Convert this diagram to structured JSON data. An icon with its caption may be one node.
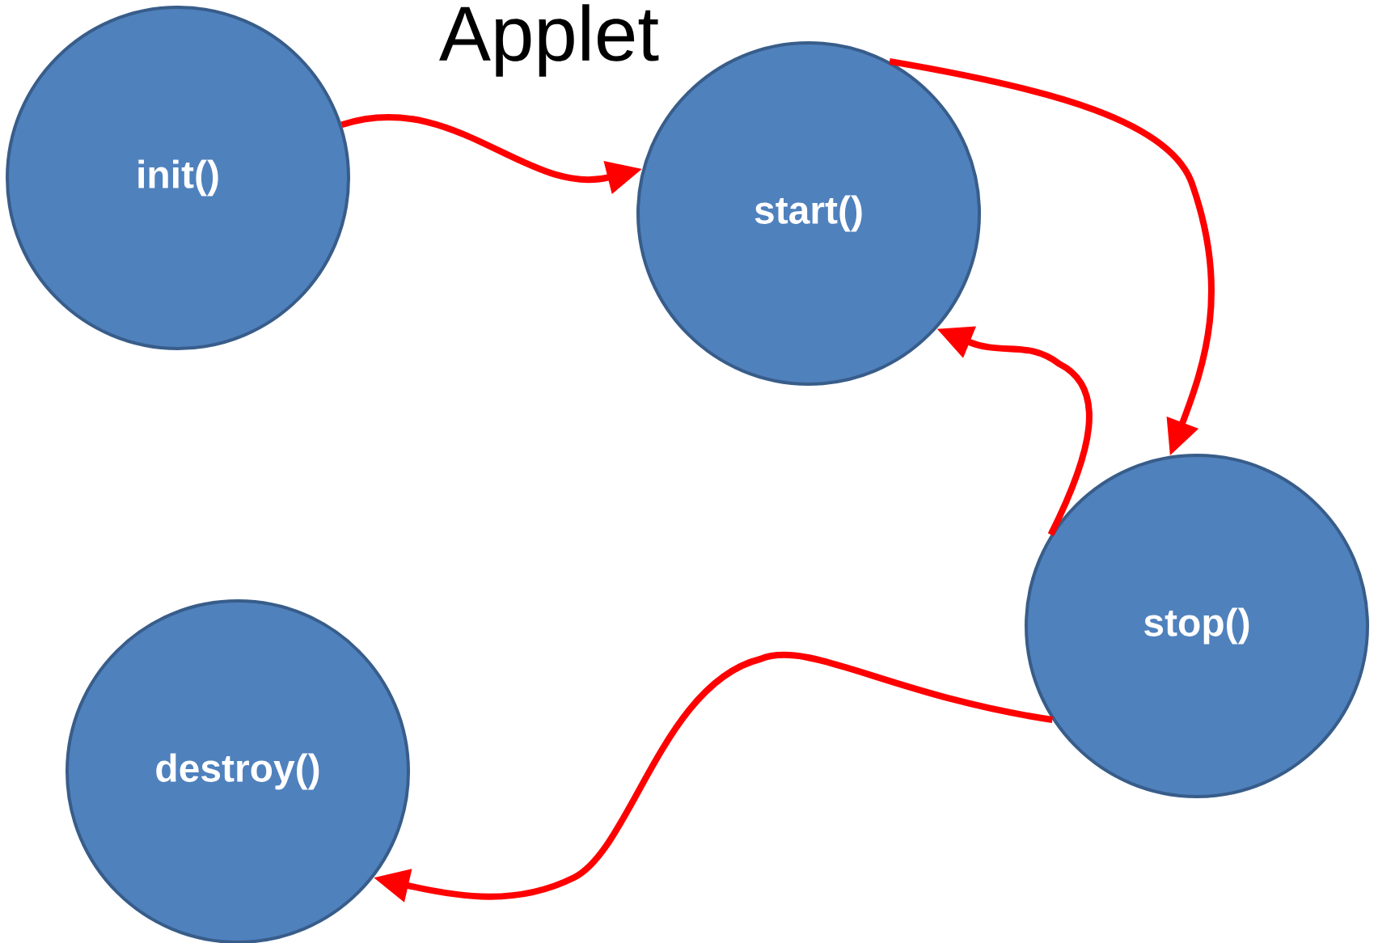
{
  "diagram": {
    "title": "Applet",
    "nodes": [
      {
        "text": [
          "init()"
        ]
      },
      {
        "text": [
          "start()"
        ]
      },
      {
        "text": [
          "stop()"
        ]
      },
      {
        "text": [
          "destroy()"
        ]
      }
    ],
    "edges": [
      {
        "from": 0,
        "to": 1,
        "arrow": "to"
      },
      {
        "from": 1,
        "to": 2,
        "arrow": "to"
      },
      {
        "from": 2,
        "to": 1,
        "arrow": "to"
      },
      {
        "from": 2,
        "to": 3,
        "arrow": "to"
      }
    ]
  }
}
